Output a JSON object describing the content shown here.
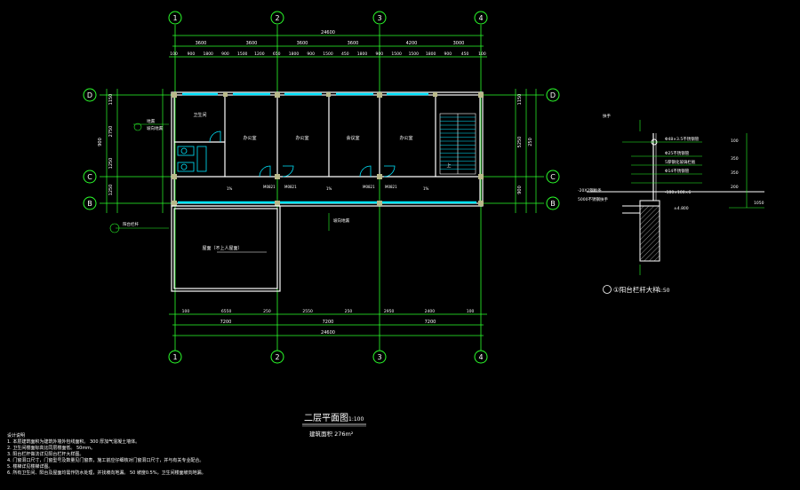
{
  "grid": {
    "columns": [
      "1",
      "2",
      "3",
      "4"
    ],
    "rows_left": [
      "D",
      "C",
      "B"
    ],
    "rows_right": [
      "D",
      "C",
      "B"
    ]
  },
  "dims": {
    "top_total": "24600",
    "top_segments": [
      "3600",
      "3600",
      "3600",
      "3600",
      "4200",
      "3000"
    ],
    "top_detail": [
      "100",
      "900",
      "1800",
      "900",
      "1500",
      "1200",
      "650",
      "1800",
      "900",
      "1500",
      "450",
      "1800",
      "900",
      "1500",
      "1500",
      "1800",
      "900",
      "450",
      "100"
    ],
    "bottom_detail": [
      "100",
      "6550",
      "250",
      "2550",
      "250",
      "2950",
      "2400",
      "100"
    ],
    "bottom_segments": [
      "7200",
      "7200",
      "7200"
    ],
    "bottom_total": "24600",
    "left": [
      "1150",
      "2750",
      "1250",
      "1250",
      "900"
    ],
    "right": [
      "1150",
      "5250",
      "900",
      "250"
    ]
  },
  "rooms": {
    "office_1": "办公室",
    "office_2": "办公室",
    "meeting": "会议室",
    "office_3": "办公室",
    "wc": "卫生间",
    "stair_label": "上",
    "roof": "屋面（不上人屋面）"
  },
  "labels": {
    "floor_drain": "地漏",
    "slope_note": "坡向地漏",
    "balcony_note": "阳台栏杆",
    "slope_pct": "1%",
    "door_codes": [
      "M0821",
      "M0821",
      "M0821",
      "M0821"
    ]
  },
  "detail": {
    "title": "①阳台栏杆大样",
    "scale": "1:50",
    "callouts": [
      "扶手",
      "Φ48×3.5不锈钢管",
      "Φ25不锈钢管",
      "5厚钢化玻璃栏板",
      "Φ14不锈钢管",
      "-100×100×6",
      "-20X2钢板条",
      "5000不锈钢扶手"
    ],
    "dims": [
      "100",
      "350",
      "350",
      "200",
      "1050"
    ],
    "elevation": "±4.800"
  },
  "drawing": {
    "title": "二层平面图",
    "scale": "1:100",
    "area": "建筑面积 276m²"
  },
  "notes": [
    "设计说明",
    "1. 本层建筑面积为建筑外墙外包线面积。        300    厚加气混凝土墙体。",
    "2. 卫生间楼面标高比同层楼面低。          50mm。",
    "3. 阳台栏杆做法详见阳台栏杆大样图。",
    "4. 门窗洞口尺寸，门窗型号及数量见门窗表，施工前应仔细核对门窗洞口尺寸，并与有关专业配合。",
    "5. 楼梯详见楼梯详图。",
    "6. 所有卫生间、阳台及屋面均需作防水处理，并找坡向地漏。        50    坡度0.5%，卫生间楼面坡向地漏。"
  ]
}
